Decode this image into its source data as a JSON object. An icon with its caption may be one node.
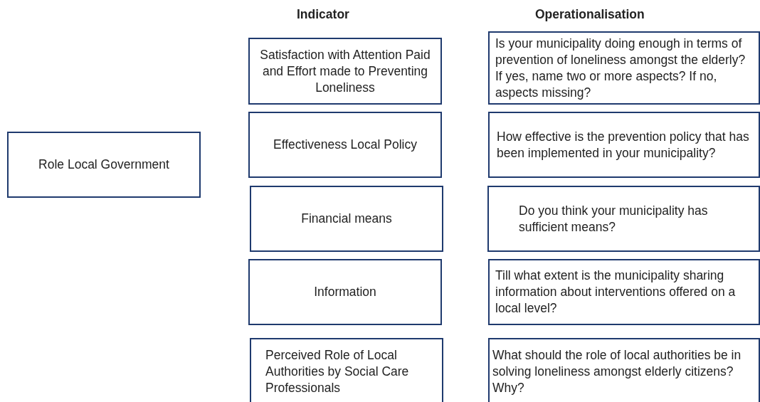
{
  "diagram": {
    "nodes": [
      {
        "text": [
          "Role Local Government"
        ]
      },
      {
        "text": [
          "Satisfaction with Attention Paid and Effort made to Preventing Loneliness"
        ]
      },
      {
        "text": [
          "Is your municipality doing enough in terms of prevention of loneliness amongst the elderly? If yes, name two or more aspects? If no, aspects missing?"
        ]
      },
      {
        "text": [
          "Effectiveness Local Policy"
        ]
      },
      {
        "text": [
          "How effective is the prevention policy that has been implemented in your municipality?"
        ]
      },
      {
        "text": [
          "Financial means"
        ]
      },
      {
        "text": [
          "Do you think your municipality has sufficient means?"
        ]
      },
      {
        "text": [
          "Information"
        ]
      },
      {
        "text": [
          "Till what extent is the municipality sharing information about interventions offered on a local level?"
        ]
      },
      {
        "text": [
          "Perceived Role of Local Authorities by Social Care Professionals"
        ]
      },
      {
        "text": [
          "What should the role of local authorities be in solving loneliness amongst elderly citizens? Why?"
        ]
      }
    ],
    "labels": [
      "Indicator",
      "Operationalisation"
    ]
  }
}
